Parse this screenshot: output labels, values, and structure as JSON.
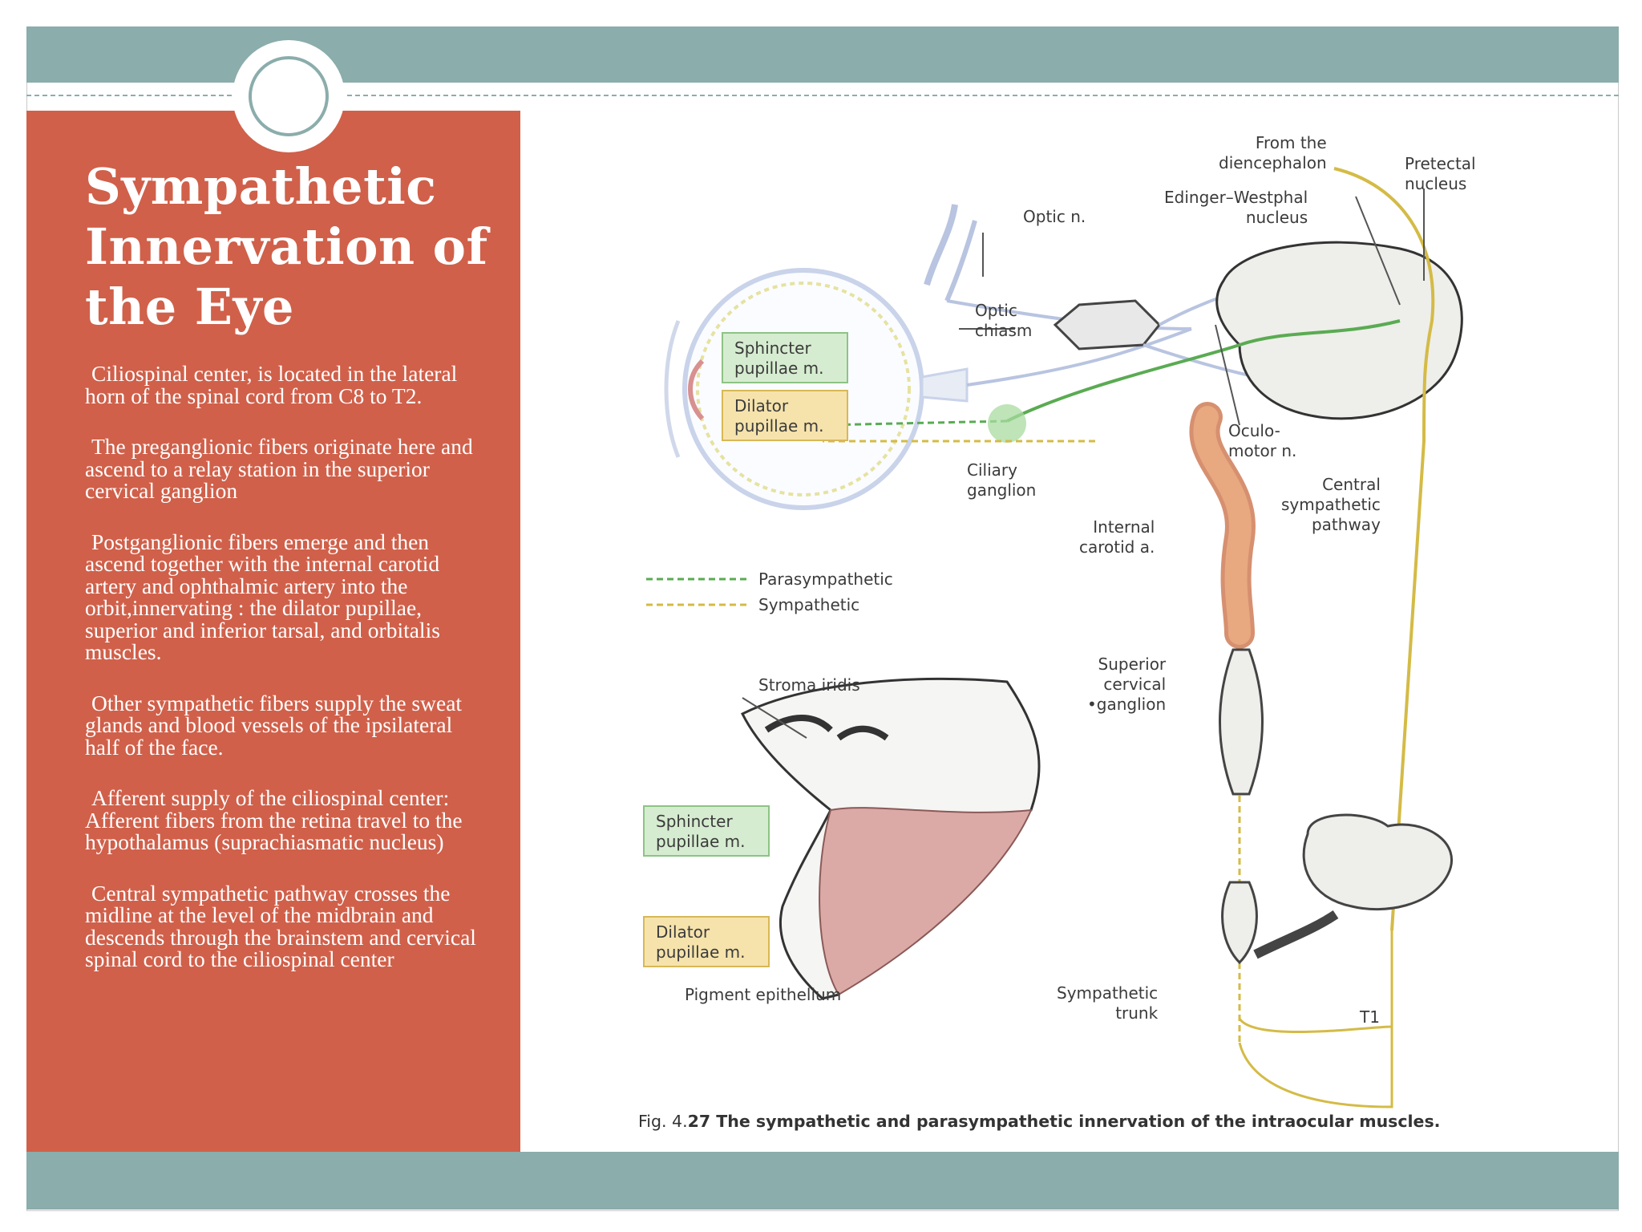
{
  "slide": {
    "title": "Sympathetic Innervation of the Eye",
    "paragraphs": [
      "Ciliospinal center, is located in the lateral horn of the spinal cord from C8 to T2.",
      "The preganglionic fibers originate here and ascend to a relay station in the superior cervical ganglion",
      "Postganglionic fibers emerge and then ascend together with the internal carotid artery and ophthalmic artery into the orbit,innervating : the dilator pupillae, superior and inferior tarsal, and orbitalis muscles.",
      "Other sympathetic fibers supply the sweat glands and blood vessels of the ipsilateral half of the face.",
      "Afferent supply of the ciliospinal center: Afferent fibers from the retina travel to the hypothalamus (suprachiasmatic nucleus)",
      "Central sympathetic pathway crosses the midline at the level of the midbrain and descends through the brainstem and cervical spinal cord to the ciliospinal center"
    ]
  },
  "colors": {
    "accent": "#8badac",
    "panel": "#d0604a",
    "parasympathetic": "#5aab52",
    "sympathetic": "#d4bb46"
  },
  "figure": {
    "labels": {
      "from_diencephalon": "From the\ndiencephalon",
      "pretectal_nucleus": "Pretectal\nnucleus",
      "edinger_westphal": "Edinger–Westphal\nnucleus",
      "optic_n": "Optic n.",
      "optic_chiasm": "Optic\nchiasm",
      "oculomotor_n": "Oculo-\nmotor n.",
      "ciliary_ganglion": "Ciliary\nganglion",
      "internal_carotid": "Internal\ncarotid a.",
      "central_sympathetic": "Central\nsympathetic\npathway",
      "stroma_iridis": "Stroma iridis",
      "superior_cervical_ganglion": "Superior\ncervical\n•ganglion",
      "pigment_epithelium": "Pigment epithelium",
      "sympathetic_trunk": "Sympathetic\ntrunk",
      "t1": "T1"
    },
    "boxes": {
      "sphincter_top": "Sphincter\npupillae m.",
      "dilator_top": "Dilator\npupillae m.",
      "sphincter_bottom": "Sphincter\npupillae m.",
      "dilator_bottom": "Dilator\npupillae m."
    },
    "legend": {
      "parasympathetic": "Parasympathetic",
      "sympathetic": "Sympathetic"
    },
    "caption": {
      "prefix": "Fig. 4.",
      "number": "27",
      "text": " The sympathetic and parasympathetic innervation of the intraocular muscles."
    }
  }
}
